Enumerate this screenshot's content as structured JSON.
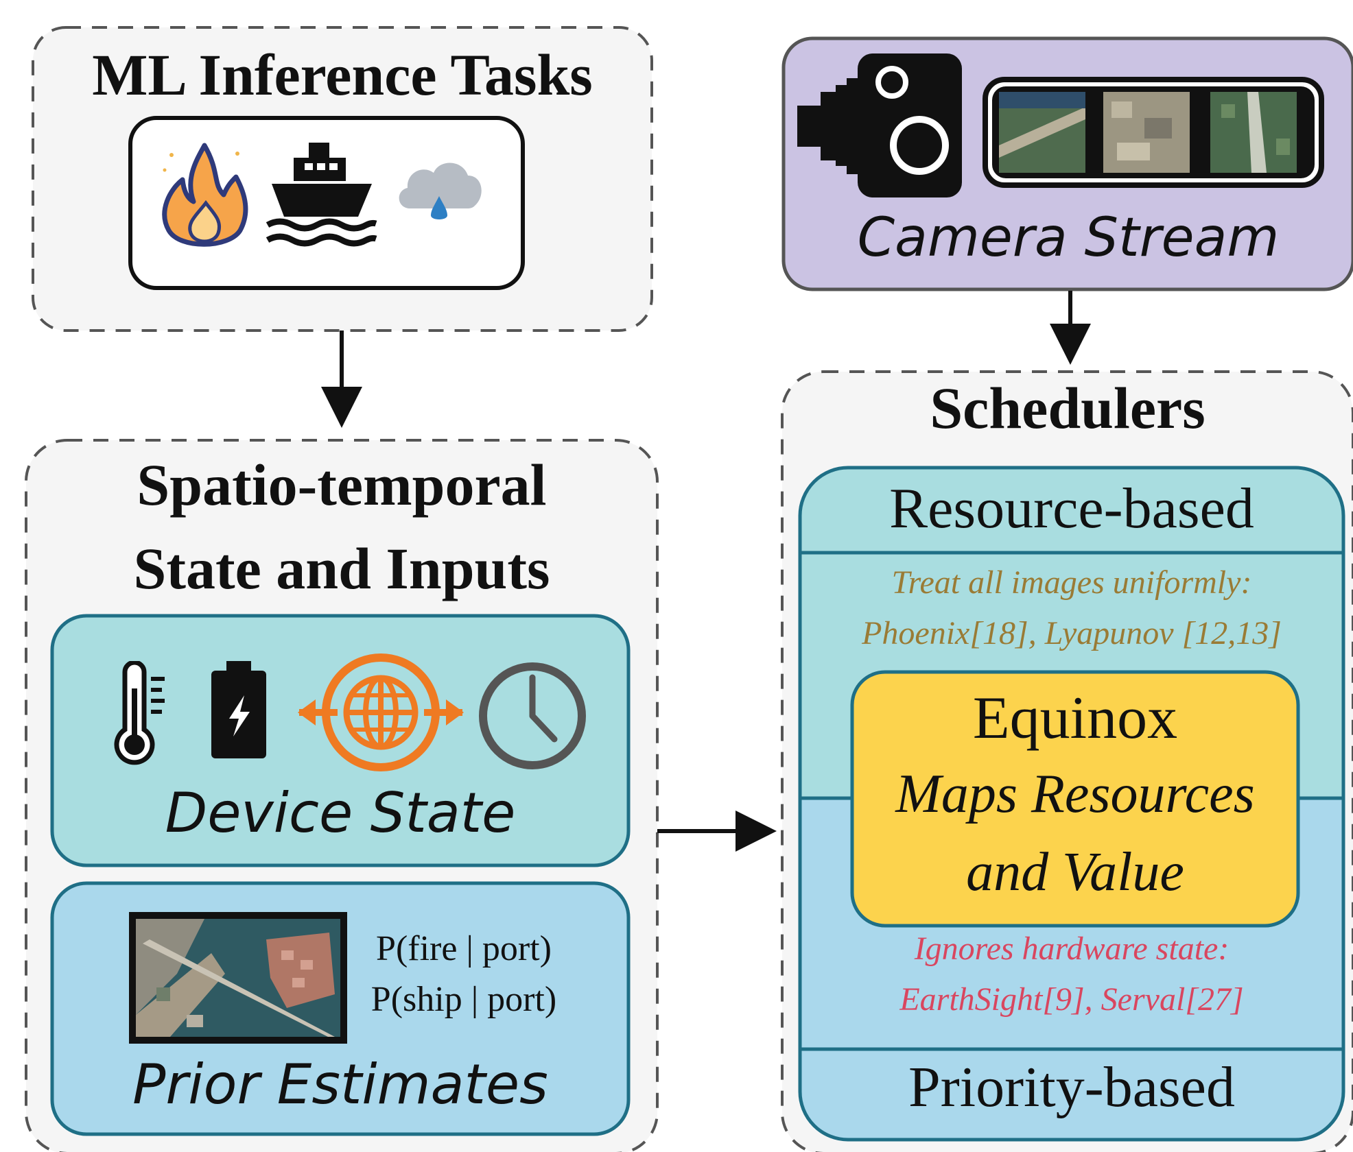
{
  "tasks": {
    "title": "ML Inference Tasks",
    "icons": [
      "fire-icon",
      "ship-icon",
      "rain-cloud-icon"
    ]
  },
  "camera": {
    "label": "Camera Stream",
    "icons": [
      "camera-icon",
      "image-strip-icon"
    ]
  },
  "state": {
    "title_line1": "Spatio-temporal",
    "title_line2": "State and Inputs",
    "device": {
      "label": "Device State",
      "icons": [
        "thermometer-icon",
        "battery-icon",
        "network-globe-icon",
        "clock-icon"
      ]
    },
    "prior": {
      "label": "Prior Estimates",
      "prob1": "P(fire | port)",
      "prob2": "P(ship | port)",
      "icons": [
        "satellite-image-icon"
      ]
    }
  },
  "schedulers": {
    "title": "Schedulers",
    "resource_label": "Resource-based",
    "resource_note1": "Treat all images uniformly:",
    "resource_note2": "Phoenix[18], Lyapunov [12,13]",
    "equinox_title": "Equinox",
    "equinox_line1": "Maps Resources",
    "equinox_line2": "and Value",
    "priority_note1": "Ignores hardware state:",
    "priority_note2": "EarthSight[9], Serval[27]",
    "priority_label": "Priority-based"
  },
  "colors": {
    "device_fill": "#a9dde0",
    "prior_fill": "#aad8ec",
    "camera_fill": "#cbc3e3",
    "equinox_fill": "#fcd34d",
    "resource_note": "#9a7b35",
    "priority_note": "#d9465f",
    "accent_orange": "#ef7a22"
  }
}
